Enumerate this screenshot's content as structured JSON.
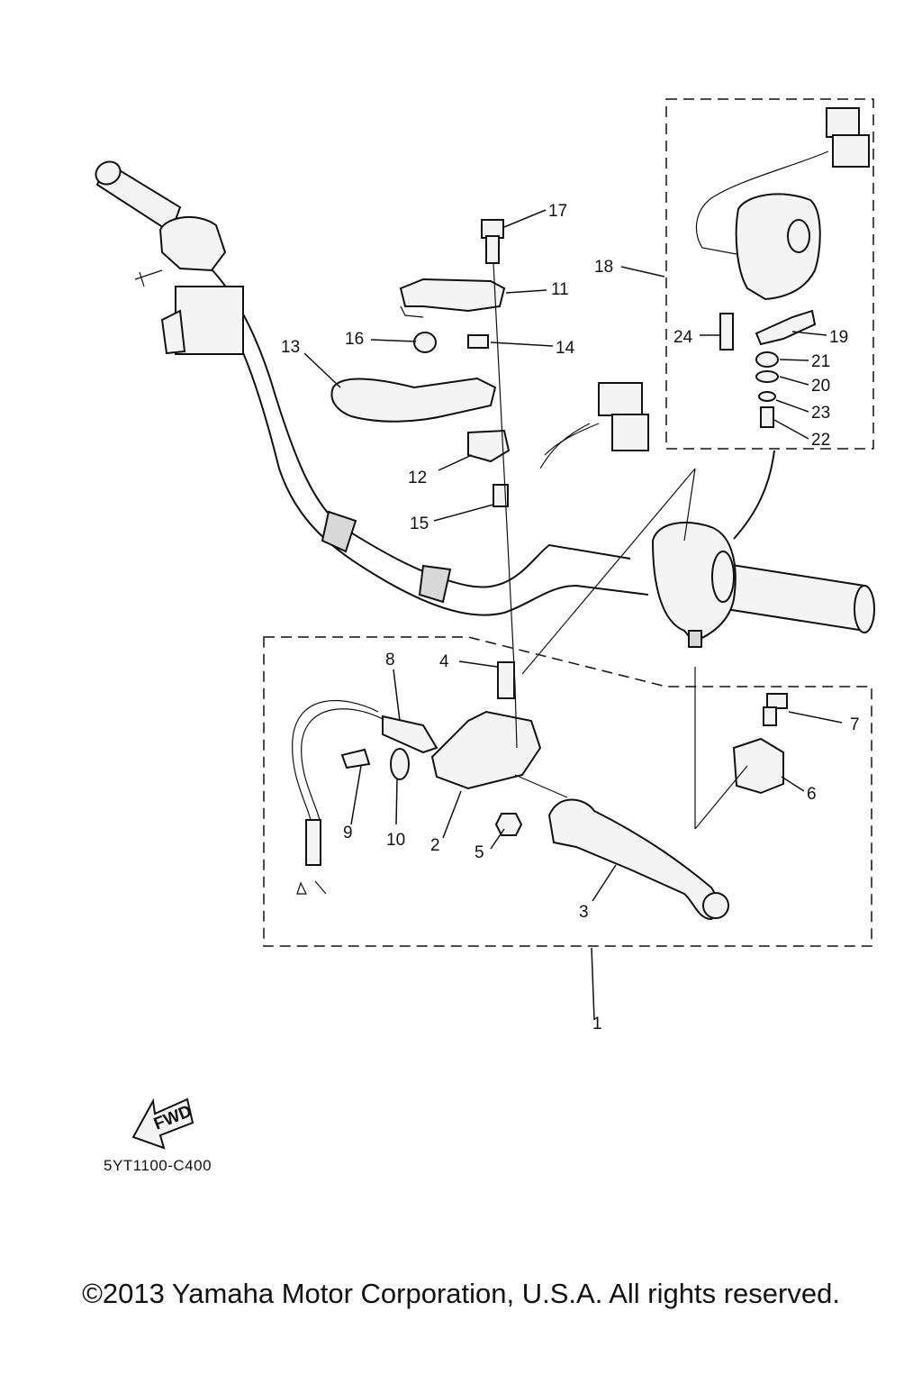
{
  "callouts": [
    "1",
    "2",
    "3",
    "4",
    "5",
    "6",
    "7",
    "8",
    "9",
    "10",
    "11",
    "12",
    "13",
    "14",
    "15",
    "16",
    "17",
    "18",
    "19",
    "20",
    "21",
    "22",
    "23",
    "24"
  ],
  "fwd_label": "FWD",
  "drawing_code": "5YT1100-C400",
  "copyright": "©2013 Yamaha Motor Corporation, U.S.A. All rights reserved."
}
